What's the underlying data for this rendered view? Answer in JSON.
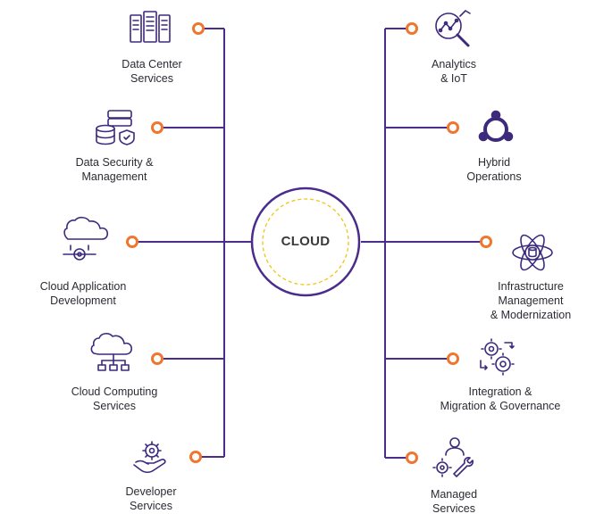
{
  "center": {
    "label": "CLOUD"
  },
  "colors": {
    "line": "#4a2c8c",
    "connector": "#f0762f",
    "ring": "#f0c419",
    "text": "#2b2b33"
  },
  "left_services": [
    {
      "lines": [
        "Data Center",
        "Services"
      ],
      "icon": "server-rack-icon"
    },
    {
      "lines": [
        "Data Security &",
        "Management"
      ],
      "icon": "database-shield-icon"
    },
    {
      "lines": [
        "Cloud Application",
        "Development"
      ],
      "icon": "cloud-gear-icon"
    },
    {
      "lines": [
        "Cloud Computing",
        "Services"
      ],
      "icon": "cloud-network-icon"
    },
    {
      "lines": [
        "Developer",
        "Services"
      ],
      "icon": "hand-gear-icon"
    }
  ],
  "right_services": [
    {
      "lines": [
        "Analytics",
        "& IoT"
      ],
      "icon": "magnifier-chart-icon"
    },
    {
      "lines": [
        "Hybrid",
        "Operations"
      ],
      "icon": "ubuntu-cycle-icon"
    },
    {
      "lines": [
        "Infrastructure",
        "Management",
        "& Modernization"
      ],
      "icon": "atom-database-icon"
    },
    {
      "lines": [
        "Integration &",
        "Migration & Governance"
      ],
      "icon": "gears-arrows-icon"
    },
    {
      "lines": [
        "Managed",
        "Services"
      ],
      "icon": "person-tools-icon"
    }
  ]
}
